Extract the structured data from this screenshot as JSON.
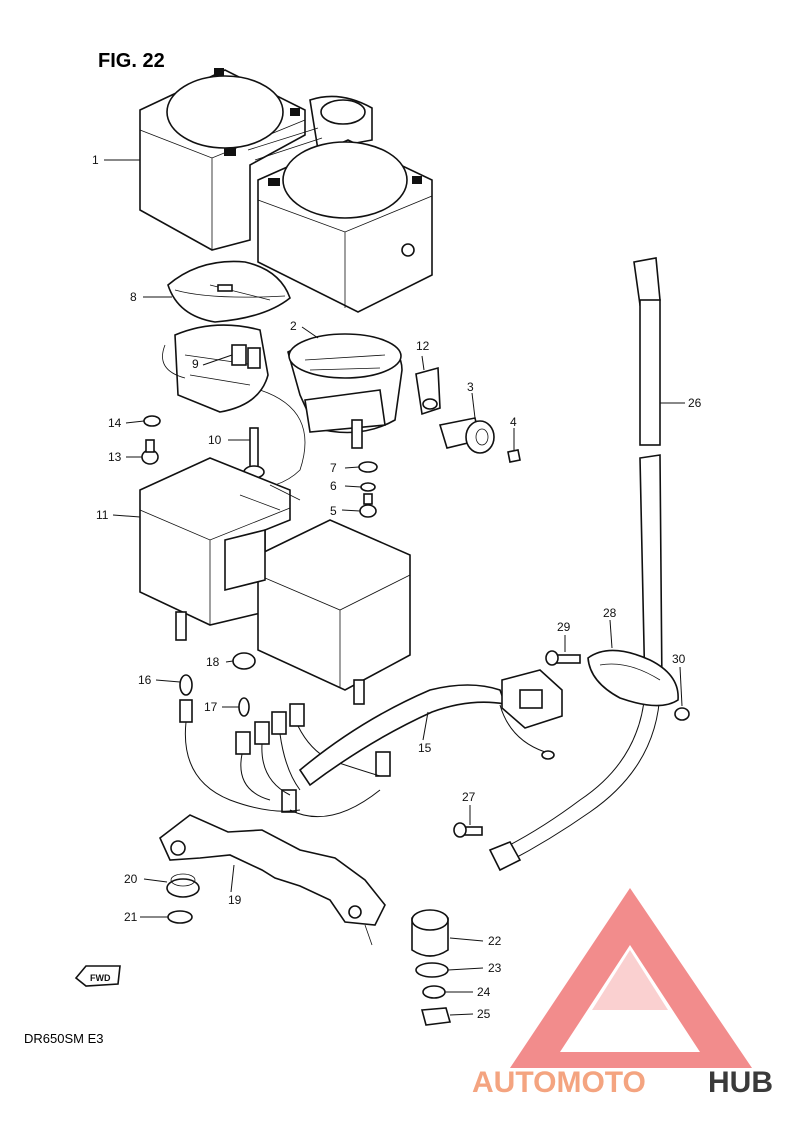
{
  "diagram": {
    "title": "FIG. 22",
    "model_code": "DR650SM  E3",
    "fwd_label": "FWD",
    "callouts": [
      "1",
      "2",
      "3",
      "4",
      "5",
      "6",
      "7",
      "8",
      "9",
      "10",
      "11",
      "12",
      "13",
      "14",
      "15",
      "16",
      "17",
      "18",
      "19",
      "20",
      "21",
      "22",
      "23",
      "24",
      "25",
      "26",
      "27",
      "28",
      "29",
      "30"
    ]
  },
  "watermark": {
    "text_colored": "AUTOMOTO",
    "text_dark": "HUB",
    "color_accent": "#f4a480",
    "color_logo": "#f07878",
    "color_dark": "#3a3a3a"
  }
}
